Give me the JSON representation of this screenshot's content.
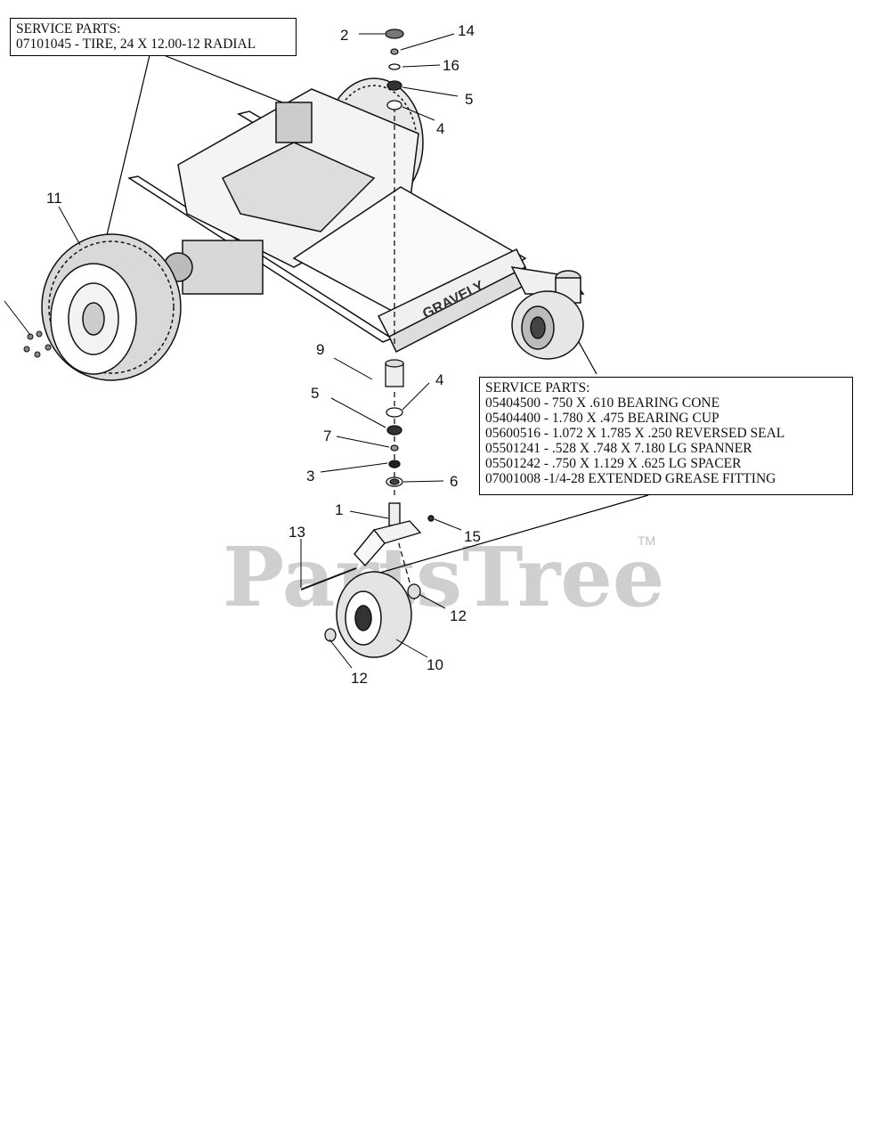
{
  "service_parts_tire": {
    "heading": "SERVICE PARTS:",
    "lines": [
      "07101045 - TIRE, 24 X 12.00-12 RADIAL"
    ]
  },
  "service_parts_caster": {
    "heading": "SERVICE PARTS:",
    "lines": [
      "05404500 - 750 X .610 BEARING CONE",
      "05404400 - 1.780 X .475 BEARING CUP",
      "05600516 - 1.072 X 1.785 X .250 REVERSED SEAL",
      "05501241 - .528 X .748 X 7.180 LG SPANNER",
      "05501242 - .750 X 1.129 X .625 LG SPACER",
      "07001008 -1/4-28 EXTENDED GREASE FITTING"
    ]
  },
  "callouts": {
    "c2": "2",
    "c14": "14",
    "c16": "16",
    "c5a": "5",
    "c4a": "4",
    "c11": "11",
    "c9": "9",
    "c4b": "4",
    "c5b": "5",
    "c7": "7",
    "c3": "3",
    "c6": "6",
    "c1": "1",
    "c15": "15",
    "c13": "13",
    "c12a": "12",
    "c10": "10",
    "c12b": "12"
  },
  "brand_decal": "GRAVELY",
  "watermark": {
    "text": "PartsTree",
    "tm": "TM"
  }
}
